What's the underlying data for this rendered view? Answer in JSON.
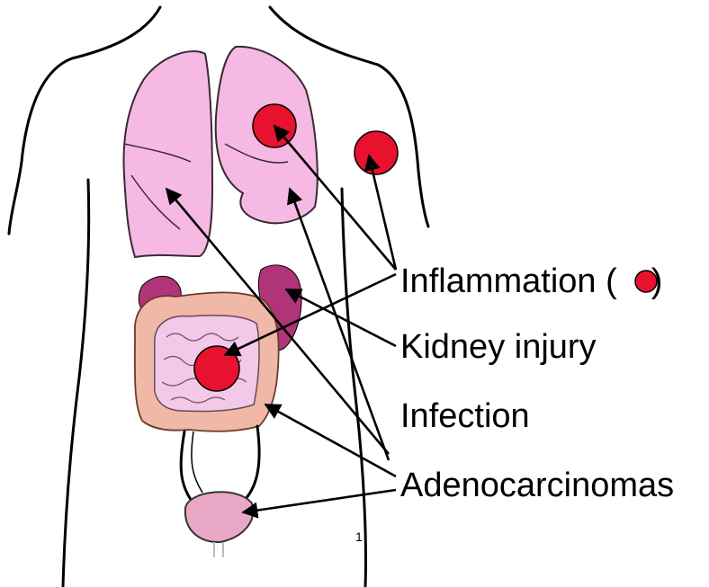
{
  "labels": {
    "inflammation": "Inflammation (",
    "inflammation_close": ")",
    "kidney": "Kidney injury",
    "infection": "Infection",
    "adenocarcinomas": "Adenocarcinomas",
    "page_number": "1"
  },
  "colors": {
    "lung": "#f6b9e3",
    "lung_stroke": "#3a2a35",
    "kidney": "#b03578",
    "intestine": "#f2c9e8",
    "colon": "#f0b8a6",
    "bladder": "#e9a9c6",
    "inflammation_dot": "#e8112e"
  }
}
